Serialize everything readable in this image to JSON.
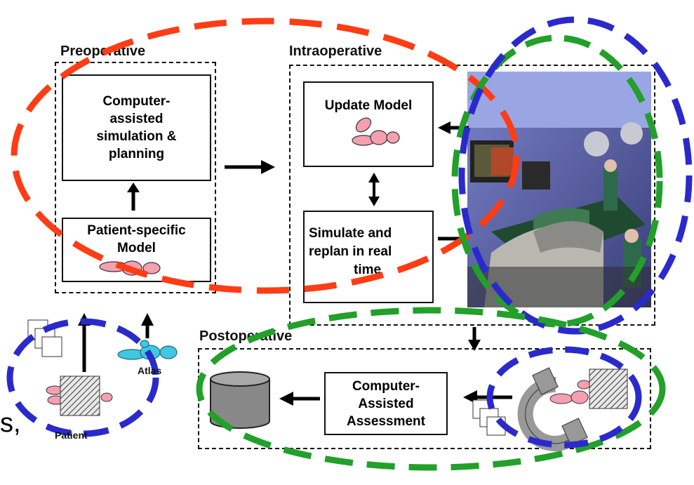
{
  "sections": {
    "preoperative": "Preoperative",
    "intraoperative": "Intraoperative",
    "postoperative": "Postoperative"
  },
  "pre": {
    "planning_line1": "Computer-",
    "planning_line2": "assisted",
    "planning_line3": "simulation &",
    "planning_line4": "planning",
    "model_line1": "Patient-specific",
    "model_line2": "Model",
    "patient": "Patient",
    "atlas": "Atlas"
  },
  "intra": {
    "update": "Update Model",
    "sim_line1": "Simulate and",
    "sim_line2": "replan in real",
    "sim_line3": "time"
  },
  "post": {
    "assess_line1": "Computer-",
    "assess_line2": "Assisted",
    "assess_line3": "Assessment"
  },
  "edge_text": "s,",
  "colors": {
    "red_ellipse": "#ff3c14",
    "green_ellipse": "#22a02a",
    "blue_ellipse": "#2a2acc",
    "organ_pink": "#f4a0b0",
    "atlas_cyan": "#40c8e0",
    "database_gray": "#888888"
  }
}
